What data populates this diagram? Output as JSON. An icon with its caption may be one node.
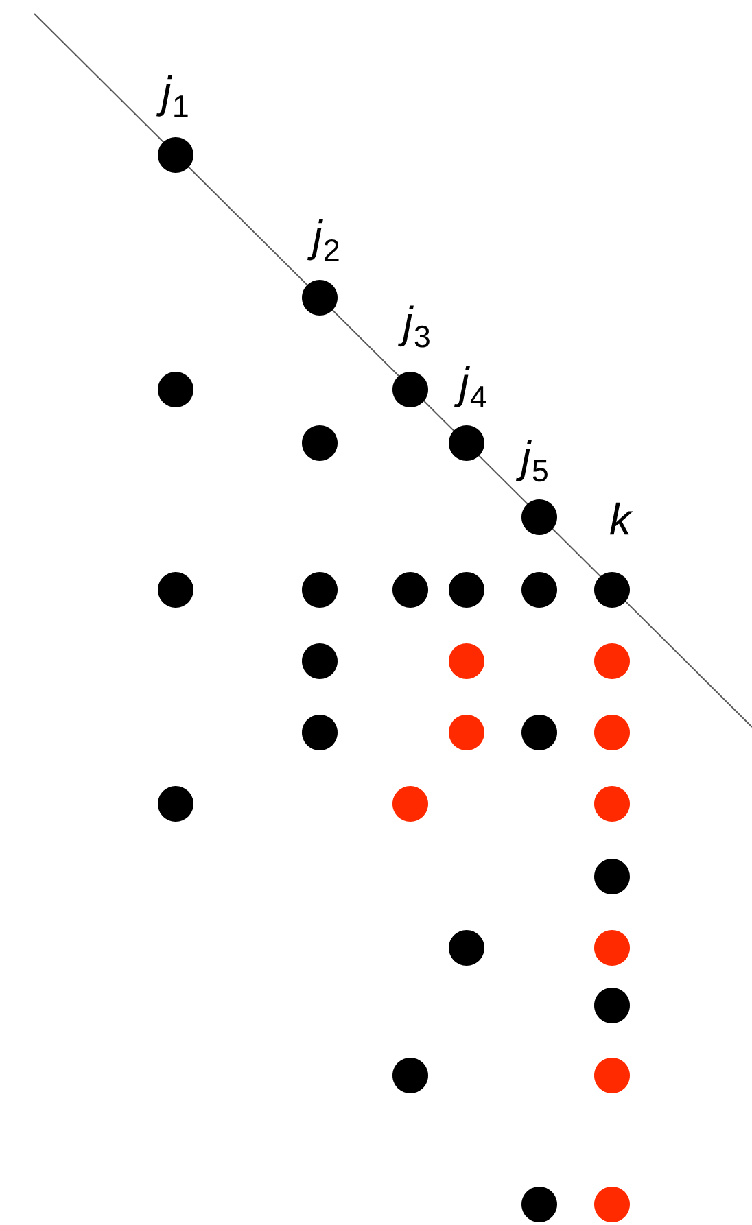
{
  "diagram": {
    "nodes": [
      {
        "text": [],
        "shape": "circle",
        "beside": [
          "*j*$_{1}$"
        ]
      },
      {
        "text": [],
        "shape": "circle",
        "beside": [
          "*j*$_{2}$"
        ]
      },
      {
        "text": [],
        "shape": "circle"
      },
      {
        "text": [],
        "shape": "circle",
        "beside": [
          "*j*$_{3}$"
        ]
      },
      {
        "text": [],
        "shape": "circle"
      },
      {
        "text": [],
        "shape": "circle",
        "beside": [
          "*j*$_{4}$"
        ]
      },
      {
        "text": [],
        "shape": "circle",
        "beside": [
          "*j*$_{5}$"
        ]
      },
      {
        "text": [],
        "shape": "circle"
      },
      {
        "text": [],
        "shape": "circle"
      },
      {
        "text": [],
        "shape": "circle"
      },
      {
        "text": [],
        "shape": "circle"
      },
      {
        "text": [],
        "shape": "circle"
      },
      {
        "text": [],
        "shape": "circle",
        "beside": [
          "k"
        ]
      },
      {
        "text": [],
        "shape": "circle"
      },
      {
        "text": [],
        "shape": "circle"
      },
      {
        "text": [],
        "shape": "circle"
      },
      {
        "text": [],
        "shape": "circle"
      },
      {
        "text": [],
        "shape": "circle"
      },
      {
        "text": [],
        "shape": "circle"
      },
      {
        "text": [],
        "shape": "circle"
      },
      {
        "text": [],
        "shape": "circle"
      },
      {
        "text": [],
        "shape": "circle"
      },
      {
        "text": [],
        "shape": "circle"
      },
      {
        "text": [],
        "shape": "circle"
      },
      {
        "text": [],
        "shape": "circle"
      },
      {
        "text": [],
        "shape": "circle"
      },
      {
        "text": [],
        "shape": "circle"
      },
      {
        "text": [],
        "shape": "circle"
      },
      {
        "text": [],
        "shape": "circle"
      },
      {
        "text": [],
        "shape": "circle"
      },
      {
        "text": [],
        "shape": "circle"
      }
    ]
  }
}
